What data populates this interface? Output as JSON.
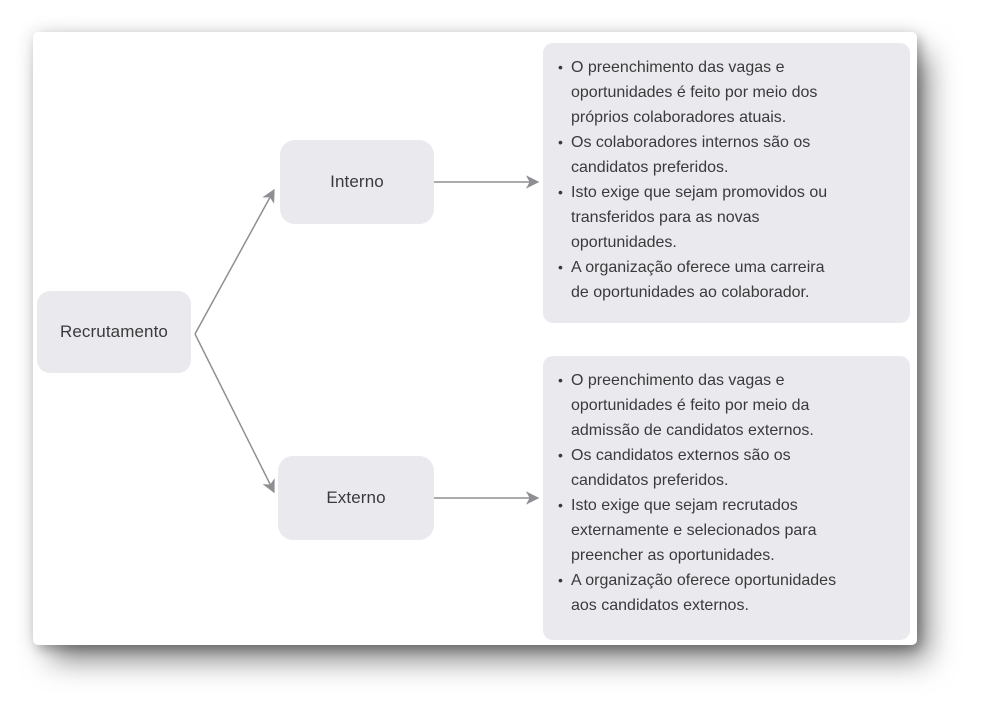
{
  "diagram": {
    "root": {
      "label": "Recrutamento"
    },
    "branches": [
      {
        "label": "Interno",
        "points": [
          "O preenchimento das vagas e\noportunidades é feito por meio dos\npróprios colaboradores atuais.",
          "Os colaboradores internos são os\ncandidatos preferidos.",
          "Isto exige que sejam promovidos ou\ntransferidos para as novas\noportunidades.",
          "A organização oferece uma carreira\nde oportunidades ao colaborador."
        ]
      },
      {
        "label": "Externo",
        "points": [
          "O preenchimento das vagas e\noportunidades é feito por meio da\nadmissão de candidatos externos.",
          "Os candidatos externos são os\ncandidatos preferidos.",
          "Isto exige que sejam recrutados\nexternamente e selecionados para\npreencher as oportunidades.",
          "A organização oferece oportunidades\naos candidatos externos."
        ]
      }
    ],
    "colors": {
      "node_fill": "#eaeaee",
      "text": "#3a3a3c",
      "arrow": "#8f8f93",
      "page_bg": "#ffffff"
    }
  }
}
